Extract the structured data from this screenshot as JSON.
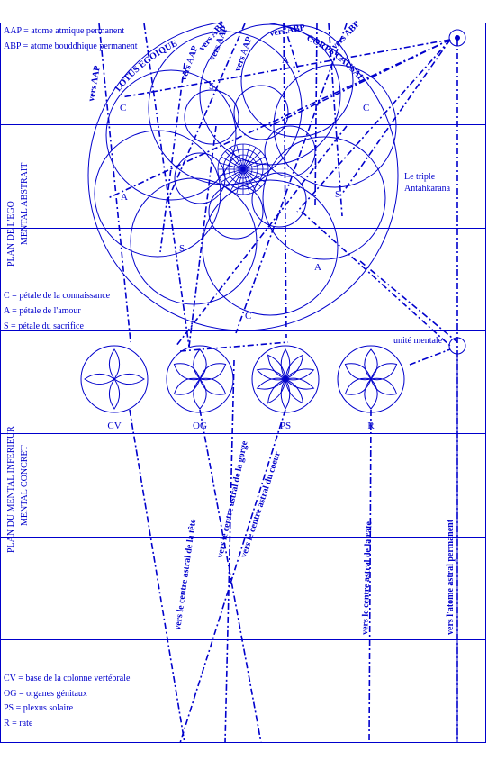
{
  "colors": {
    "ink": "#0000cc",
    "background": "#ffffff"
  },
  "legend_top": {
    "aap": "AAP = atome atmique permanent",
    "abp": "ABP = atome bouddhique permanent"
  },
  "plane_labels": {
    "ego_line1": "PLAN DE L'EGO",
    "ego_line2": "MENTAL ABSTRAIT",
    "inferior_line1": "PLAN DU MENTAL INFERIEUR",
    "inferior_line2": "MENTAL CONCRET"
  },
  "lotus": {
    "arc_left": "LOTUS EGOIQUE",
    "arc_right": "CORPS CAUSAL",
    "antahkarana_line1": "Le triple",
    "antahkarana_line2": "Antahkarana",
    "petal_letters": [
      "A",
      "C",
      "C",
      "S",
      "A",
      "S",
      "A",
      "S",
      "C"
    ]
  },
  "rays": [
    "vers AAP",
    "vers AAP",
    "vers AAP",
    "vers AAP",
    "vers ABP",
    "vers ABP",
    "vers ABP"
  ],
  "petal_legend": {
    "c": "C = pétale de la connaissance",
    "a": "A = pétale de l'amour",
    "s": "S = pétale du sacrifice"
  },
  "mental_unit": "unité mentale",
  "centers": [
    {
      "code": "CV",
      "petals": 4
    },
    {
      "code": "OG",
      "petals": 6
    },
    {
      "code": "PS",
      "petals": 10
    },
    {
      "code": "R",
      "petals": 6
    }
  ],
  "descending_lines": [
    "vers le centre astral de la tête",
    "vers le centre astral de la gorge",
    "vers le centre astral du coeur",
    "vers le centre astral de la rate",
    "vers l'atome astral permanent"
  ],
  "center_legend": {
    "cv": "CV = base de la colonne vertébrale",
    "og": "OG = organes génitaux",
    "ps": "PS = plexus solaire",
    "r": "R = rate"
  }
}
